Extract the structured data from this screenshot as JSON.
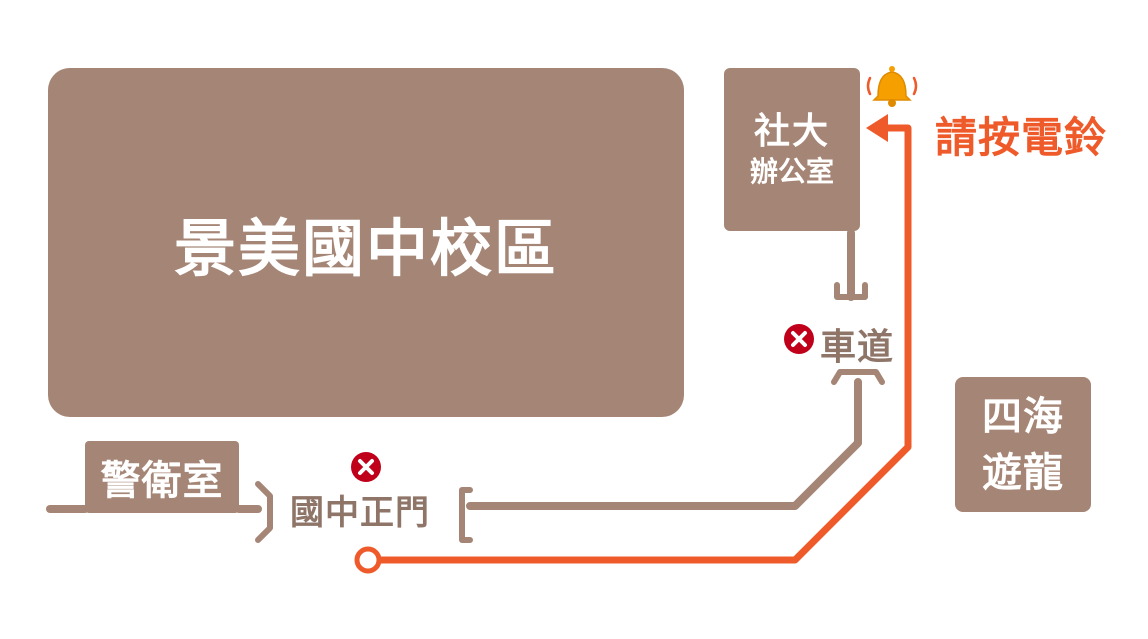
{
  "blocks": {
    "school": "景美國中校區",
    "office_line1": "社大",
    "office_line2": "辦公室",
    "guard": "警衛室",
    "sihai_line1": "四海",
    "sihai_line2": "遊龍"
  },
  "labels": {
    "main_gate": "國中正門",
    "driveway": "車道",
    "ring_bell": "請按電鈴"
  },
  "icons": {
    "no_entry_gate": "x-circle-icon",
    "no_entry_driveway": "x-circle-icon",
    "doorbell": "bell-icon",
    "route_start": "route-start-icon"
  },
  "colors": {
    "building": "#a58575",
    "path": "#a58575",
    "route": "#ef5a2a",
    "prohibited": "#c0001a",
    "bell": "#f5a000"
  }
}
